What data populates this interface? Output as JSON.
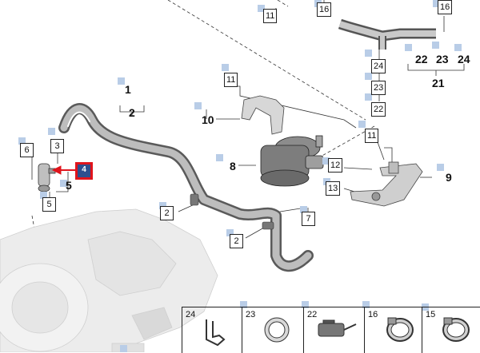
{
  "diagram": {
    "callouts": {
      "c11_top": "11",
      "c16_top": "16",
      "c16_right": "16",
      "c24_stack": "24",
      "c23_stack": "23",
      "c22_stack": "22",
      "c11_left": "11",
      "c11_mid": "11",
      "c3": "3",
      "c6": "6",
      "c4": "4",
      "c5_box": "5",
      "c2_a": "2",
      "c2_b": "2",
      "c7": "7",
      "c12": "12",
      "c13": "13"
    },
    "labels": {
      "l1": "1",
      "l2": "2",
      "l5": "5",
      "l8": "8",
      "l9": "9",
      "l10": "10",
      "l21": "21",
      "l22": "22",
      "l23": "23",
      "l24": "24"
    },
    "strip": [
      "24",
      "23",
      "22",
      "16",
      "15"
    ]
  },
  "colors": {
    "highlight_fill": "#2d4f8f",
    "highlight_border": "#e0141c",
    "marker": "#b9cde7"
  }
}
